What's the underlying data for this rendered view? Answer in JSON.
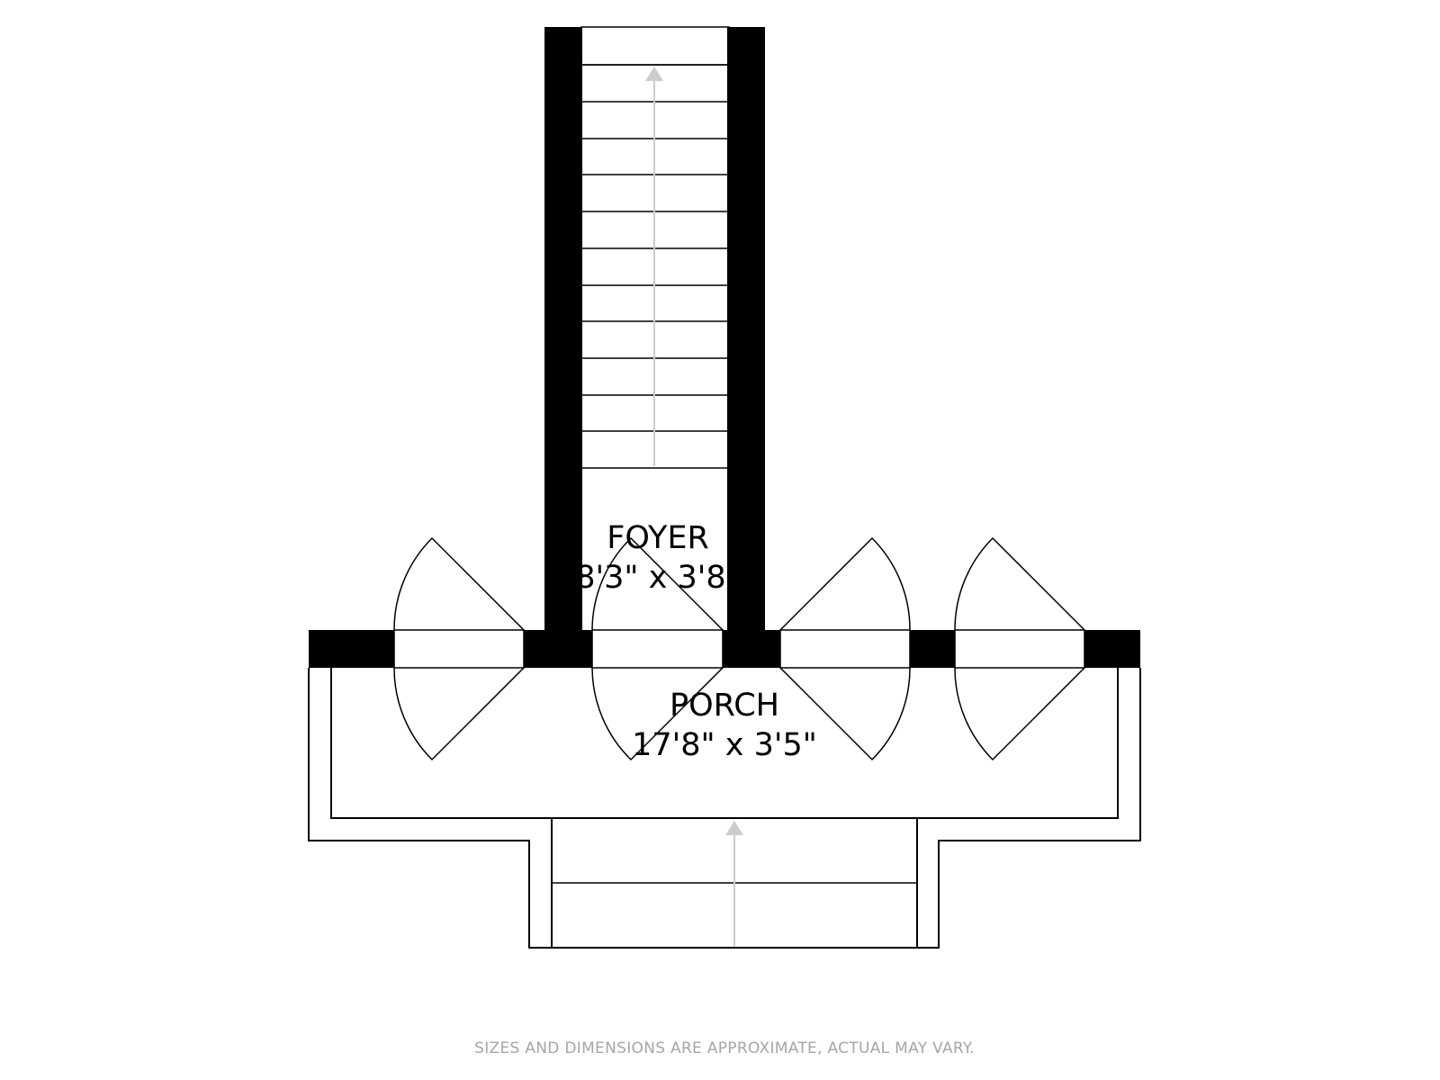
{
  "rooms": {
    "foyer": {
      "name": "FOYER",
      "dimensions": "8'3\" x 3'8\""
    },
    "porch": {
      "name": "PORCH",
      "dimensions": "17'8\" x 3'5\""
    }
  },
  "disclaimer": "SIZES AND DIMENSIONS ARE APPROXIMATE, ACTUAL MAY VARY.",
  "colors": {
    "wall": "#000000",
    "line": "#000000",
    "stair_arrow": "#cccccc",
    "disclaimer": "#a6a6a6"
  }
}
